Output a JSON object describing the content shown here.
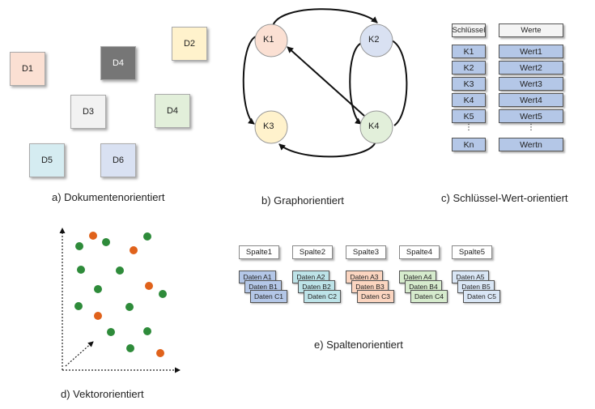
{
  "documents": {
    "items": [
      {
        "label": "D1",
        "color": "#fbe0d3"
      },
      {
        "label": "D4",
        "color": "#767676"
      },
      {
        "label": "D2",
        "color": "#fff2cc"
      },
      {
        "label": "D3",
        "color": "#f2f2f2"
      },
      {
        "label": "D4",
        "color": "#e2efda"
      },
      {
        "label": "D5",
        "color": "#d5ecf1"
      },
      {
        "label": "D6",
        "color": "#d9e1f2"
      }
    ],
    "caption": "a) Dokumentenorientiert"
  },
  "graph": {
    "nodes": [
      {
        "label": "K1",
        "color": "#fbe0d3"
      },
      {
        "label": "K2",
        "color": "#d9e1f2"
      },
      {
        "label": "K3",
        "color": "#fff2cc"
      },
      {
        "label": "K4",
        "color": "#e2efda"
      }
    ],
    "caption": "b) Graphorientiert"
  },
  "keyvalue": {
    "key_header": "Schlüssel",
    "value_header": "Werte",
    "keys": [
      "K1",
      "K2",
      "K3",
      "K4",
      "K5"
    ],
    "values": [
      "Wert1",
      "Wert2",
      "Wert3",
      "Wert4",
      "Wert5"
    ],
    "ellipsis": "⋮",
    "last_key": "Kn",
    "last_value": "Wertn",
    "caption": "c) Schlüssel-Wert-orientiert"
  },
  "vector": {
    "caption": "d) Vektororientiert",
    "green": "#2e8b3a",
    "orange": "#e0621b"
  },
  "columns": {
    "headers": [
      "Spalte1",
      "Spalte2",
      "Spalte3",
      "Spalte4",
      "Spalte5"
    ],
    "groups": [
      {
        "cells": [
          "Daten A1",
          "Daten B1",
          "Daten C1"
        ],
        "color": "#b4c7e7"
      },
      {
        "cells": [
          "Daten A2",
          "Daten B2",
          "Daten C2"
        ],
        "color": "#bde3e8"
      },
      {
        "cells": [
          "Daten A3",
          "Daten B3",
          "Daten C3"
        ],
        "color": "#fbd5c0"
      },
      {
        "cells": [
          "Daten A4",
          "Daten B4",
          "Daten C4"
        ],
        "color": "#d6ebcd"
      },
      {
        "cells": [
          "Daten A5",
          "Daten B5",
          "Daten C5"
        ],
        "color": "#d9e6f5"
      }
    ],
    "caption": "e) Spaltenorientiert"
  }
}
